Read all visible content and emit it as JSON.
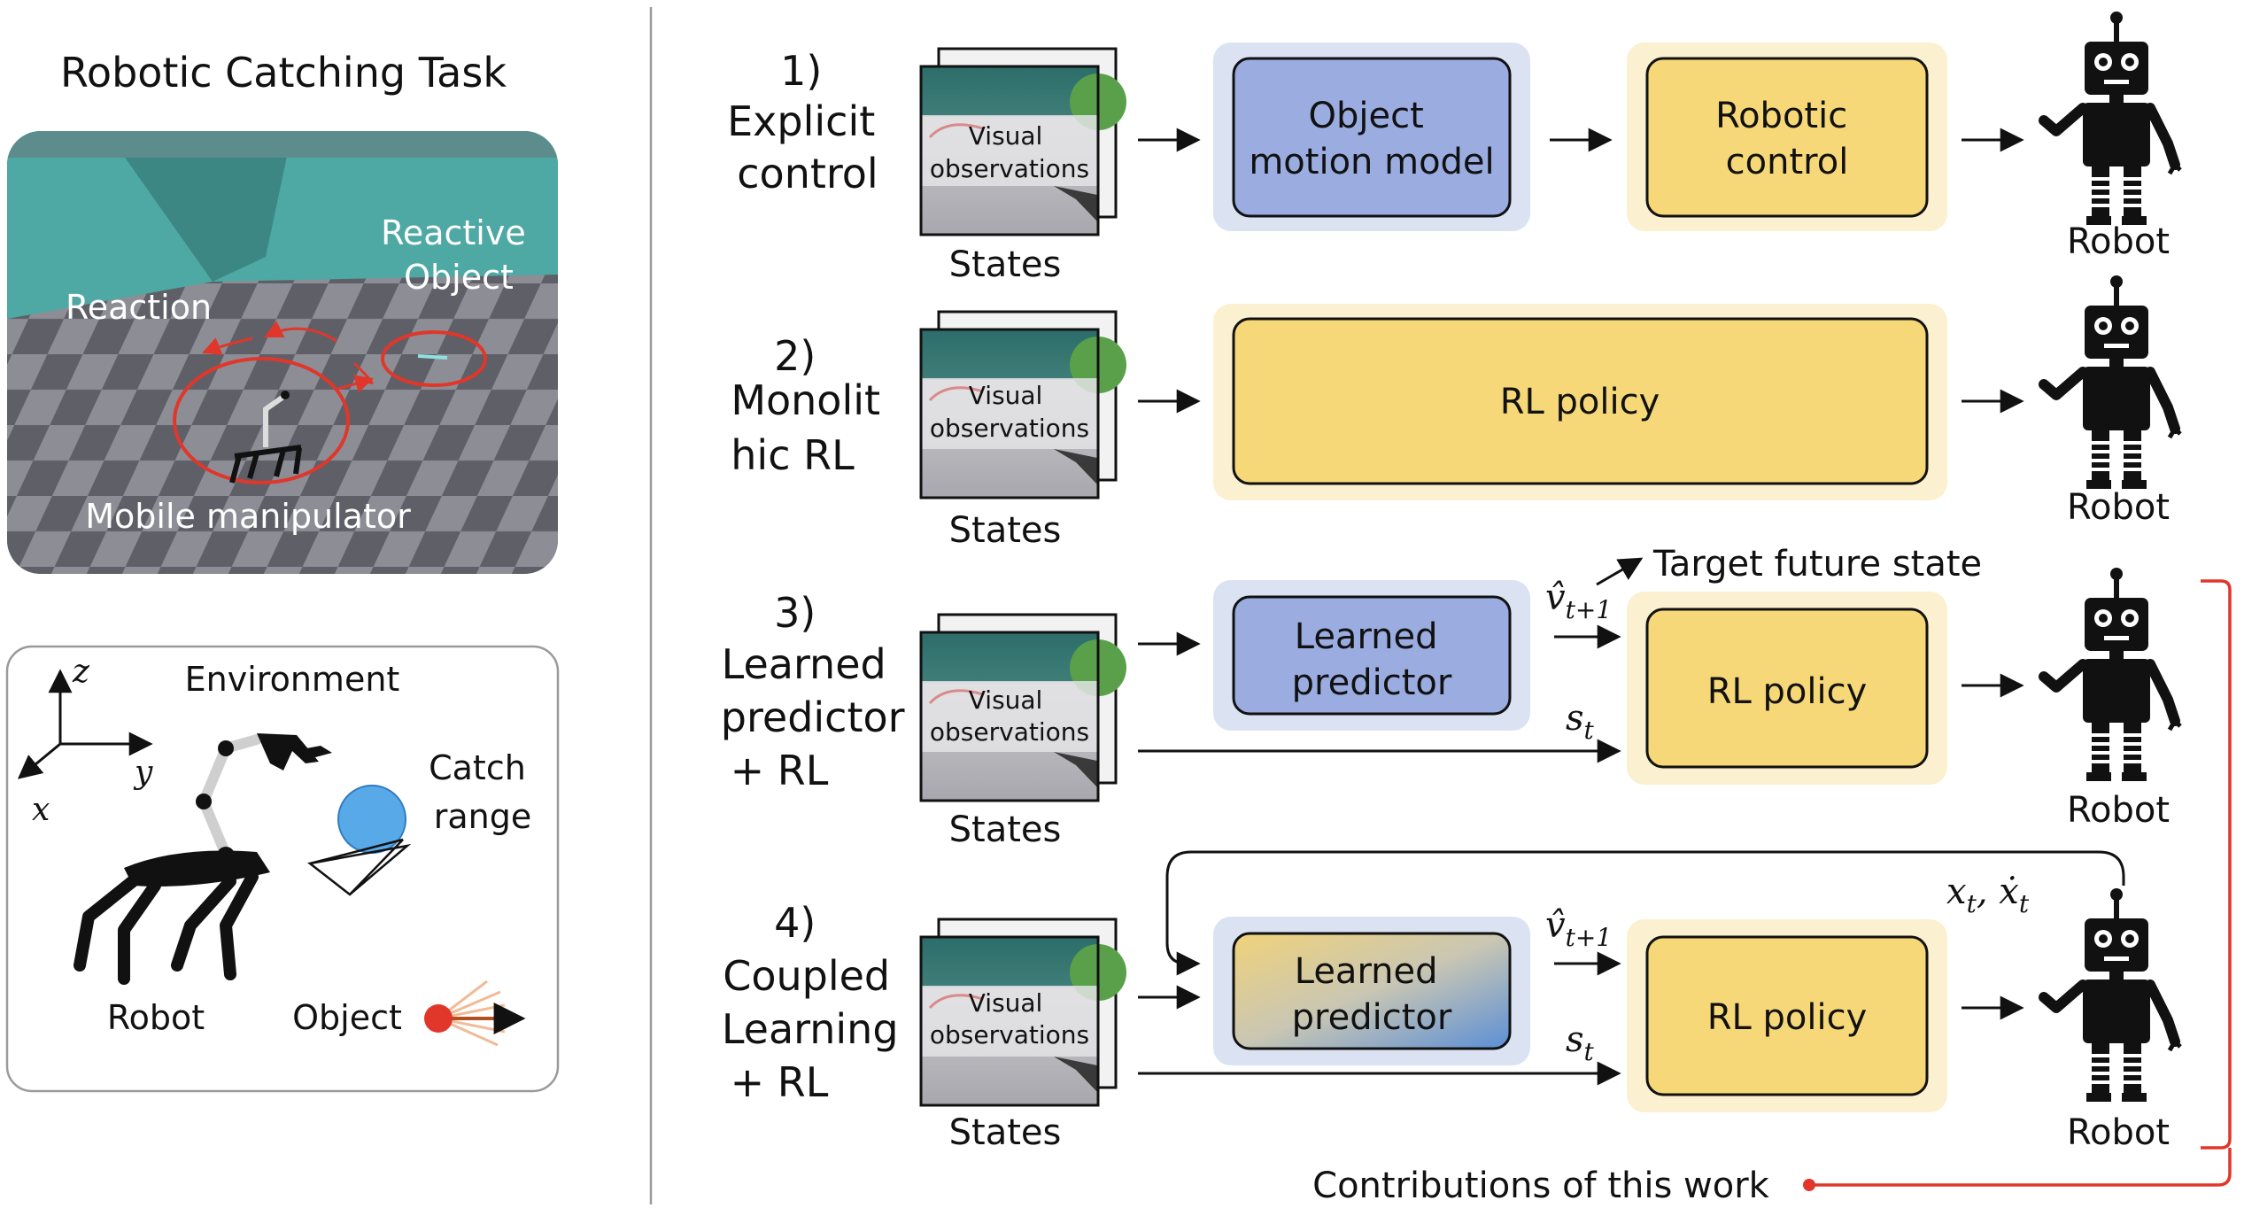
{
  "left_panel": {
    "title": "Robotic Catching Task",
    "scene": {
      "reactive_object_line1": "Reactive",
      "reactive_object_line2": "Object",
      "reaction": "Reaction",
      "mobile_manipulator": "Mobile manipulator"
    },
    "environment": {
      "title": "Environment",
      "axis_z": "z",
      "axis_y": "y",
      "axis_x": "x",
      "catch_line1": "Catch",
      "catch_line2": "range",
      "robot": "Robot",
      "object": "Object"
    }
  },
  "common": {
    "visual_line1": "Visual",
    "visual_line2": "observations",
    "states": "States",
    "robot": "Robot"
  },
  "rows": [
    {
      "number": "1)",
      "label_lines": [
        "Explicit",
        "control"
      ],
      "box1": [
        "Object",
        "motion model"
      ],
      "box2": [
        "Robotic",
        "control"
      ]
    },
    {
      "number": "2)",
      "label_lines": [
        "Monolit",
        "hic RL"
      ],
      "box1": [
        "RL policy"
      ]
    },
    {
      "number": "3)",
      "label_lines": [
        "Learned",
        "predictor",
        "+ RL"
      ],
      "box1": [
        "Learned",
        "predictor"
      ],
      "box2": [
        "RL policy"
      ],
      "v_hat_base": "v̂",
      "v_hat_sub": "t+1",
      "s_base": "s",
      "s_sub": "t",
      "target": "Target future state"
    },
    {
      "number": "4)",
      "label_lines": [
        "Coupled",
        "Learning",
        "+ RL"
      ],
      "box1": [
        "Learned",
        "predictor"
      ],
      "box2": [
        "RL policy"
      ],
      "v_hat_base": "v̂",
      "v_hat_sub": "t+1",
      "s_base": "s",
      "s_sub": "t",
      "feedback": "x",
      "feedback_sub": "t",
      "feedback_sep": ", ",
      "feedback2": "ẋ",
      "feedback2_sub": "t"
    }
  ],
  "contributions": "Contributions of this work",
  "colors": {
    "blue_box": "#9aace0",
    "blue_halo": "#dbe2f2",
    "yellow_box": "#f7d879",
    "yellow_halo": "#fbf0cf",
    "teal_wall": "#4ea8a4",
    "red": "#e0372a"
  }
}
